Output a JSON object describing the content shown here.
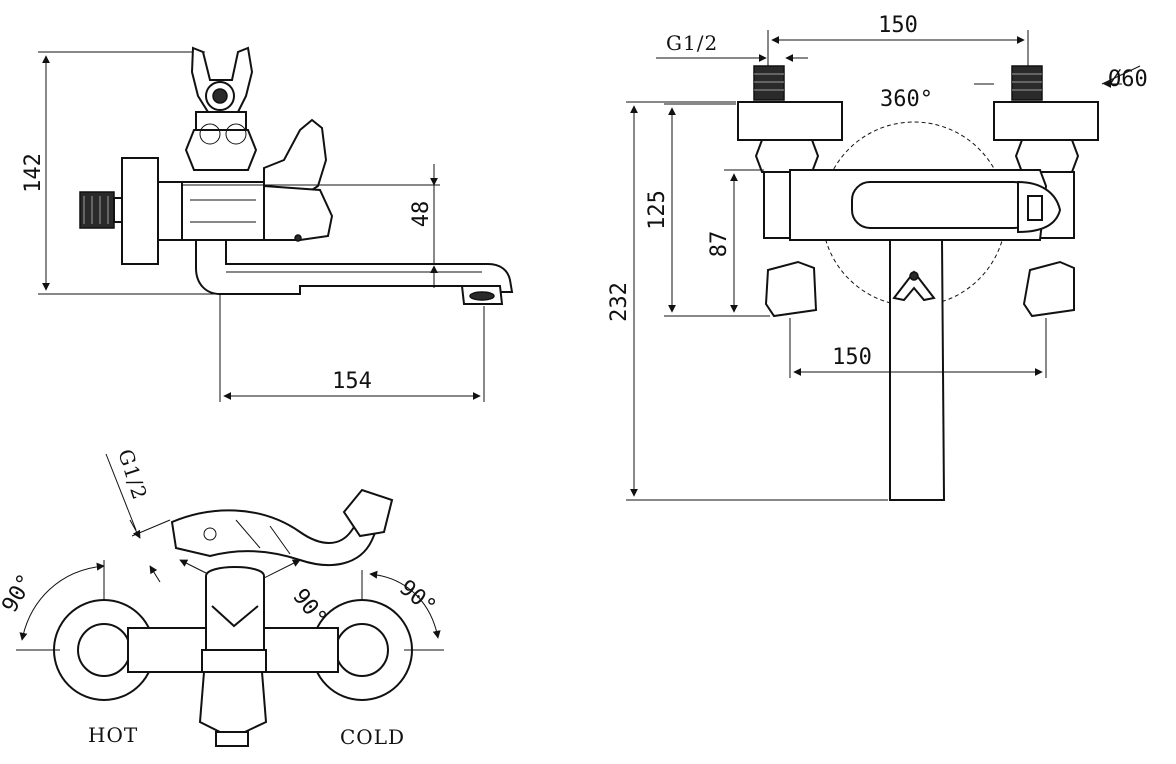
{
  "side_view": {
    "height_dim": "142",
    "spout_drop_dim": "48",
    "spout_reach_dim": "154"
  },
  "front_view": {
    "thread_label": "G1/2",
    "centers_top_dim": "150",
    "eccentric_dia_dim": "Ø60",
    "swivel_angle": "360°",
    "height_total_dim": "232",
    "height_mid_dim": "125",
    "height_low_dim": "87",
    "centers_bottom_dim": "150"
  },
  "top_view": {
    "thread_label": "G1/2",
    "left_angle": "90°",
    "center_angle": "90°",
    "right_angle": "90°",
    "hot_label": "HOT",
    "cold_label": "COLD"
  }
}
